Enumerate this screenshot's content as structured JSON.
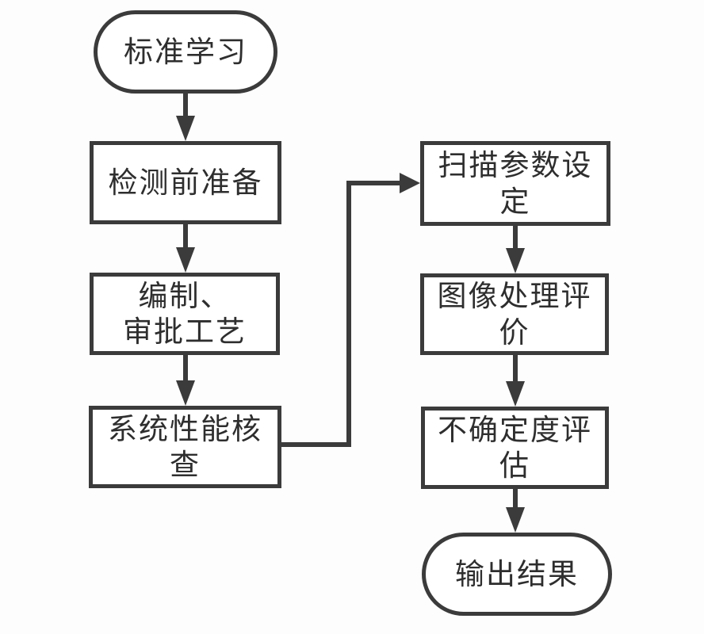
{
  "diagram": {
    "type": "flowchart",
    "colors": {
      "line": "#3b3b3b",
      "text": "#2e2e2e",
      "node_fill": "#ffffff",
      "background": "#fdfdfd"
    },
    "nodes": [
      {
        "id": "standard-learning",
        "shape": "stadium",
        "label": "标准学习"
      },
      {
        "id": "pre-inspection-preparation",
        "shape": "rect",
        "label": "检测前准备"
      },
      {
        "id": "compile-approve-process",
        "shape": "rect",
        "label_line1": "编制、",
        "label_line2": "审批工艺"
      },
      {
        "id": "system-performance-check",
        "shape": "rect",
        "label": "系统性能核查"
      },
      {
        "id": "scan-parameter-setting",
        "shape": "rect",
        "label": "扫描参数设定"
      },
      {
        "id": "image-processing-evaluation",
        "shape": "rect",
        "label": "图像处理评价"
      },
      {
        "id": "uncertainty-assessment",
        "shape": "rect",
        "label": "不确定度评估"
      },
      {
        "id": "output-result",
        "shape": "stadium",
        "label": "输出结果"
      }
    ],
    "edges": [
      {
        "from": "standard-learning",
        "to": "pre-inspection-preparation",
        "style": "straight-down-arrow"
      },
      {
        "from": "pre-inspection-preparation",
        "to": "compile-approve-process",
        "style": "straight-down-arrow"
      },
      {
        "from": "compile-approve-process",
        "to": "system-performance-check",
        "style": "straight-down-arrow"
      },
      {
        "from": "system-performance-check",
        "to": "scan-parameter-setting",
        "style": "elbow-right-up-right-arrow"
      },
      {
        "from": "scan-parameter-setting",
        "to": "image-processing-evaluation",
        "style": "straight-down-arrow"
      },
      {
        "from": "image-processing-evaluation",
        "to": "uncertainty-assessment",
        "style": "straight-down-arrow"
      },
      {
        "from": "uncertainty-assessment",
        "to": "output-result",
        "style": "straight-down-arrow"
      }
    ]
  }
}
